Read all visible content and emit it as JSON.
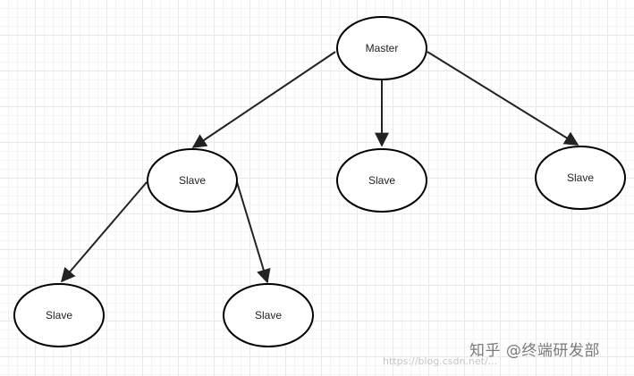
{
  "diagram": {
    "type": "tree",
    "nodes": [
      {
        "id": "master",
        "label": "Master"
      },
      {
        "id": "slave_a",
        "label": "Slave"
      },
      {
        "id": "slave_b",
        "label": "Slave"
      },
      {
        "id": "slave_c",
        "label": "Slave"
      },
      {
        "id": "slave_d",
        "label": "Slave"
      },
      {
        "id": "slave_e",
        "label": "Slave"
      }
    ],
    "edges": [
      {
        "from": "master",
        "to": "slave_a"
      },
      {
        "from": "master",
        "to": "slave_b"
      },
      {
        "from": "master",
        "to": "slave_c"
      },
      {
        "from": "slave_a",
        "to": "slave_d"
      },
      {
        "from": "slave_a",
        "to": "slave_e"
      }
    ]
  },
  "watermark": {
    "text": "知乎 @终端研发部",
    "url": "https://blog.csdn.net/..."
  }
}
